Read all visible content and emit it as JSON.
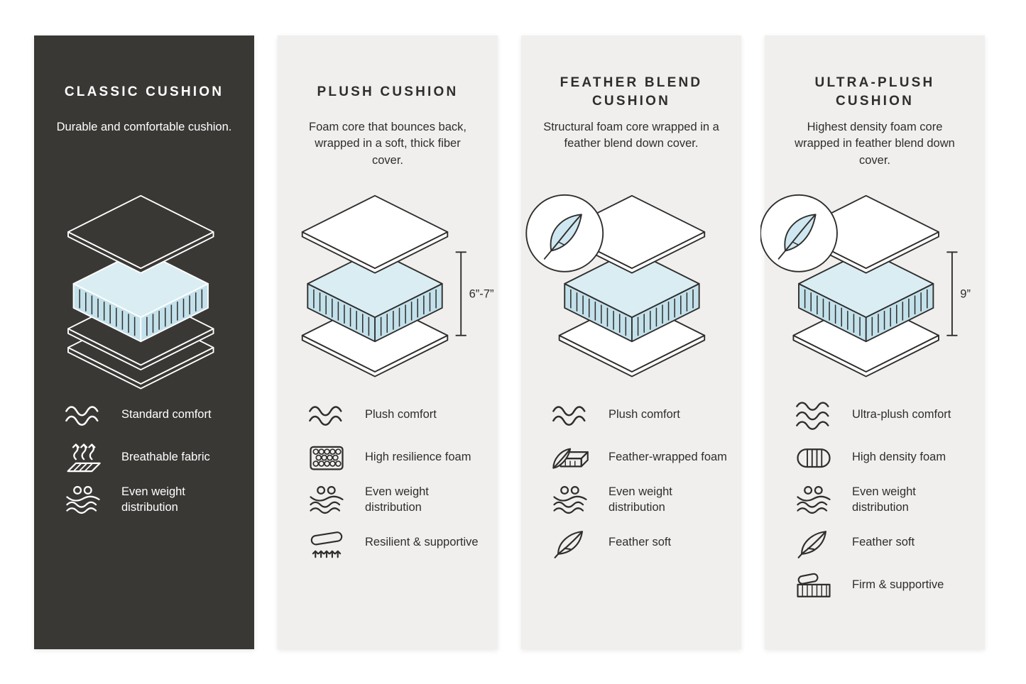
{
  "colors": {
    "background": "#ffffff",
    "dark_panel": "#3a3835",
    "light_panel": "#f0efed",
    "outline": "#2f2e2c",
    "outline_on_dark": "#ffffff",
    "foam_top": "#daedf3",
    "foam_side": "#c3e1eb",
    "feather_fill": "#cfe7f0"
  },
  "panels": [
    {
      "id": "classic",
      "theme": "dark",
      "title": "CLASSIC CUSHION",
      "description": "Durable and comfortable cushion.",
      "diagram": {
        "feather_badge": false,
        "measurement": "",
        "extra_bottom_sheet": true
      },
      "features": [
        {
          "icon": "waves-icon",
          "label": "Standard comfort"
        },
        {
          "icon": "breathable-icon",
          "label": "Breathable fabric"
        },
        {
          "icon": "even-weight-icon",
          "label": "Even weight distribution"
        }
      ]
    },
    {
      "id": "plush",
      "theme": "light",
      "title": "PLUSH CUSHION",
      "description": "Foam core that bounces back, wrapped in a soft, thick fiber cover.",
      "diagram": {
        "feather_badge": false,
        "measurement": "6”-7”",
        "extra_bottom_sheet": false
      },
      "features": [
        {
          "icon": "waves-icon",
          "label": "Plush comfort"
        },
        {
          "icon": "honeycomb-foam-icon",
          "label": "High resilience foam"
        },
        {
          "icon": "even-weight-icon",
          "label": "Even weight distribution"
        },
        {
          "icon": "resilient-supportive-icon",
          "label": "Resilient & supportive"
        }
      ]
    },
    {
      "id": "feather-blend",
      "theme": "light",
      "title": "FEATHER BLEND CUSHION",
      "description": "Structural foam core wrapped in a feather blend down cover.",
      "diagram": {
        "feather_badge": true,
        "measurement": "",
        "extra_bottom_sheet": false
      },
      "features": [
        {
          "icon": "waves-icon",
          "label": "Plush comfort"
        },
        {
          "icon": "feather-wrapped-foam-icon",
          "label": "Feather-wrapped foam"
        },
        {
          "icon": "even-weight-icon",
          "label": "Even weight distribution"
        },
        {
          "icon": "feather-icon",
          "label": "Feather soft"
        }
      ]
    },
    {
      "id": "ultra-plush",
      "theme": "light",
      "title": "ULTRA-PLUSH CUSHION",
      "description": "Highest density foam core wrapped in feather blend down cover.",
      "diagram": {
        "feather_badge": true,
        "measurement": "9”",
        "extra_bottom_sheet": false
      },
      "features": [
        {
          "icon": "waves-3-icon",
          "label": "Ultra-plush comfort"
        },
        {
          "icon": "high-density-foam-icon",
          "label": "High density foam"
        },
        {
          "icon": "even-weight-icon",
          "label": "Even weight distribution"
        },
        {
          "icon": "feather-icon",
          "label": "Feather soft"
        },
        {
          "icon": "firm-supportive-icon",
          "label": "Firm & supportive"
        }
      ]
    }
  ]
}
